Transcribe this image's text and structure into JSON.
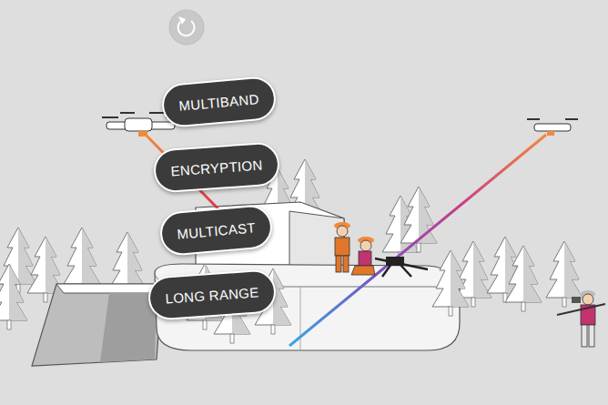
{
  "diagram": {
    "nodes": [
      {
        "text": [
          "MULTIBAND"
        ]
      },
      {
        "text": [
          "ENCRYPTION"
        ]
      },
      {
        "text": [
          "MULTICAST"
        ]
      },
      {
        "text": [
          "LONG RANGE"
        ]
      }
    ]
  }
}
